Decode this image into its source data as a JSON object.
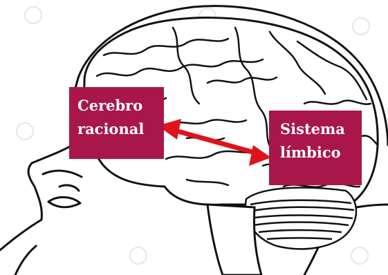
{
  "labels": {
    "rational_brain": {
      "line1": "Cerebro",
      "line2": "racional"
    },
    "limbic_system": {
      "line1": "Sistema",
      "line2": "límbico"
    }
  },
  "colors": {
    "label_background": "#a8164a",
    "label_text": "#ffffff",
    "arrow": "#e0121b",
    "line_art": "#111111"
  },
  "arrow": {
    "direction": "bidirectional",
    "from": "rational_brain",
    "to": "limbic_system"
  },
  "illustration": {
    "subject": "head-profile-with-brain",
    "watermarks": "stock-photo-watermark-icons"
  }
}
